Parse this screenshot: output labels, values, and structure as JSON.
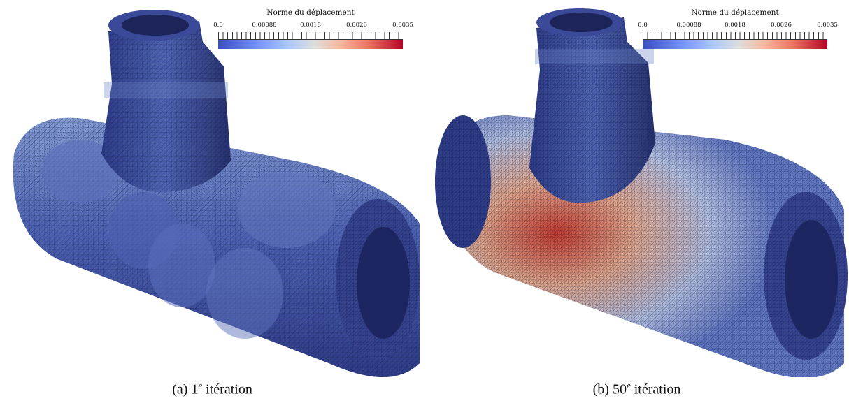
{
  "colorbar": {
    "title": "Norme du déplacement",
    "ticks": [
      "0.0",
      "0.00088",
      "0.0018",
      "0.0026",
      "0.0035"
    ],
    "range": [
      0.0,
      0.0035
    ],
    "colormap": [
      "#3b4cc0",
      "#dddddd",
      "#b40426"
    ]
  },
  "panels": [
    {
      "caption_prefix": "(a) 1",
      "caption_sup": "e",
      "caption_suffix": " itération"
    },
    {
      "caption_prefix": "(b) 50",
      "caption_sup": "e",
      "caption_suffix": " itération"
    }
  ],
  "colors": {
    "mesh_blue": "#3f56a8",
    "mesh_dark": "#1c2458",
    "hotspot_red": "#c03a2f",
    "neutral": "#cfc9c0"
  }
}
